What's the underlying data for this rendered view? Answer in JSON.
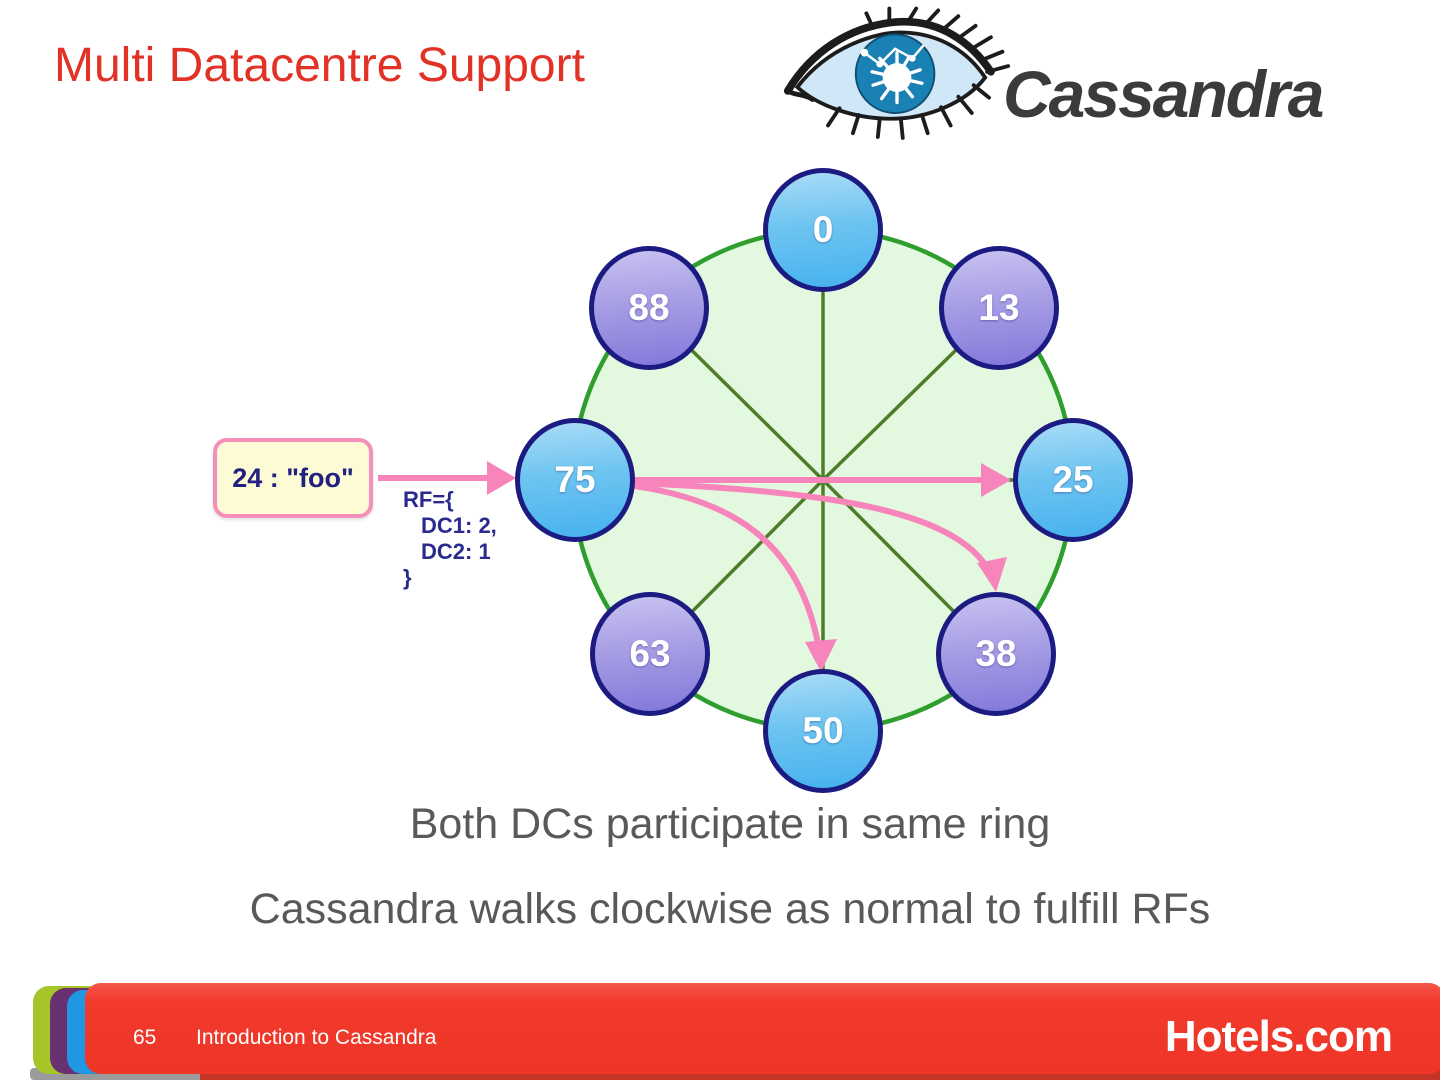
{
  "slide": {
    "title": "Multi Datacentre Support",
    "caption_1": "Both DCs participate in same ring",
    "caption_2": "Cassandra walks clockwise as normal to fulfill RFs"
  },
  "logo": {
    "brand": "Cassandra"
  },
  "diagram": {
    "type": "token-ring",
    "key_box_label": "24 : \"foo\"",
    "rf": {
      "line_1": "RF={",
      "line_2": "DC1: 2,",
      "line_3": "DC2: 1",
      "line_4": "}"
    },
    "nodes": [
      {
        "label": "0",
        "color": "blue"
      },
      {
        "label": "13",
        "color": "purple"
      },
      {
        "label": "25",
        "color": "blue"
      },
      {
        "label": "38",
        "color": "purple"
      },
      {
        "label": "50",
        "color": "blue"
      },
      {
        "label": "63",
        "color": "purple"
      },
      {
        "label": "75",
        "color": "blue"
      },
      {
        "label": "88",
        "color": "purple"
      }
    ],
    "write_key": "24",
    "coordinator_node": "75",
    "replica_targets": [
      "25",
      "38",
      "50"
    ]
  },
  "footer": {
    "page_number": "65",
    "deck_title": "Introduction to Cassandra",
    "brand": "Hotels.com"
  },
  "colors": {
    "title_red": "#e23125",
    "ring_fill": "#e2f9df",
    "ring_border": "#2e9e2e",
    "spoke_green": "#4e7d2a",
    "arrow_pink": "#f784ba",
    "node_border_navy": "#1b1b82",
    "node_blue": "#46b2ee",
    "node_purple": "#8378da",
    "key_box_fill": "#fcfbd6",
    "key_box_border": "#f48fb9",
    "rf_text_navy": "#2a2a8e",
    "caption_gray": "#595959",
    "footer_red": "#f13a2d",
    "footer_green": "#a6c528",
    "footer_purple": "#693170",
    "footer_blue": "#1f97e3"
  }
}
